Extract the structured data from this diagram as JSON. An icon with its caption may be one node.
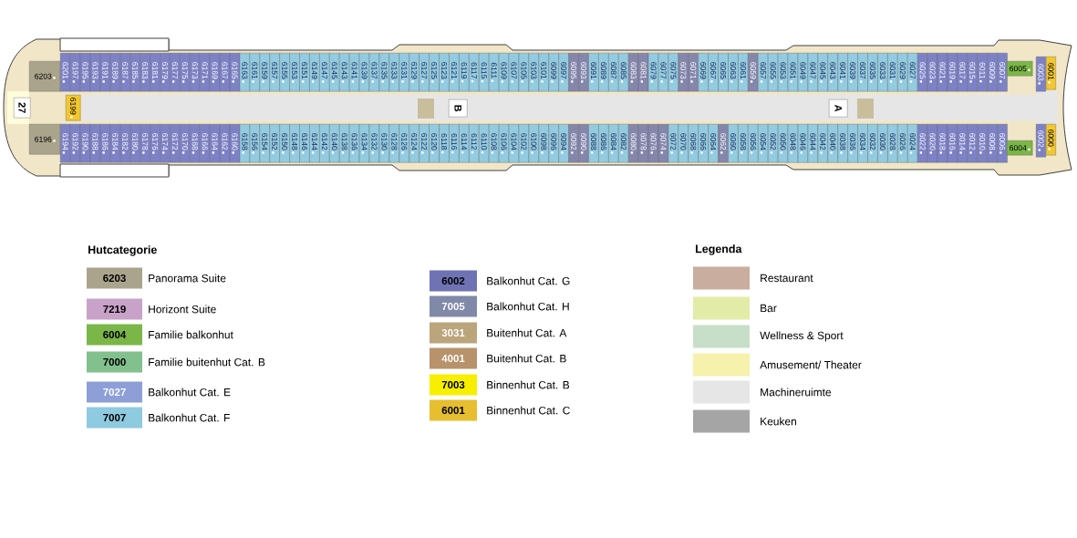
{
  "diagram": {
    "nodes": [
      {
        "text": [
          "6203"
        ]
      },
      {
        "text": [
          "6201"
        ]
      },
      {
        "text": [
          "6197"
        ]
      },
      {
        "text": [
          "6195"
        ]
      },
      {
        "text": [
          "6193"
        ]
      },
      {
        "text": [
          "6191"
        ]
      },
      {
        "text": [
          "6189"
        ]
      },
      {
        "text": [
          "6187"
        ]
      },
      {
        "text": [
          "6185"
        ]
      },
      {
        "text": [
          "6183"
        ]
      },
      {
        "text": [
          "6181"
        ]
      },
      {
        "text": [
          "6179"
        ]
      },
      {
        "text": [
          "6177"
        ]
      },
      {
        "text": [
          "6175"
        ]
      },
      {
        "text": [
          "6173"
        ]
      },
      {
        "text": [
          "6171"
        ]
      },
      {
        "text": [
          "6169"
        ]
      },
      {
        "text": [
          "6167"
        ]
      },
      {
        "text": [
          "6165"
        ]
      },
      {
        "text": [
          "6163"
        ]
      },
      {
        "text": [
          "6161"
        ]
      },
      {
        "text": [
          "6159"
        ]
      },
      {
        "text": [
          "6157"
        ]
      },
      {
        "text": [
          "6155"
        ]
      },
      {
        "text": [
          "6153"
        ]
      },
      {
        "text": [
          "6151"
        ]
      },
      {
        "text": [
          "6149"
        ]
      },
      {
        "text": [
          "6147"
        ]
      },
      {
        "text": [
          "6145"
        ]
      },
      {
        "text": [
          "6143"
        ]
      },
      {
        "text": [
          "6141"
        ]
      },
      {
        "text": [
          "6139"
        ]
      },
      {
        "text": [
          "6137"
        ]
      },
      {
        "text": [
          "6135"
        ]
      },
      {
        "text": [
          "6133"
        ]
      },
      {
        "text": [
          "6131"
        ]
      },
      {
        "text": [
          "6129"
        ]
      },
      {
        "text": [
          "6127"
        ]
      },
      {
        "text": [
          "6125"
        ]
      },
      {
        "text": [
          "6123"
        ]
      },
      {
        "text": [
          "6121"
        ]
      },
      {
        "text": [
          "6119"
        ]
      },
      {
        "text": [
          "6117"
        ]
      },
      {
        "text": [
          "6115"
        ]
      },
      {
        "text": [
          "6111"
        ]
      },
      {
        "text": [
          "6109"
        ]
      },
      {
        "text": [
          "6107"
        ]
      },
      {
        "text": [
          "6105"
        ]
      },
      {
        "text": [
          "6103"
        ]
      },
      {
        "text": [
          "6101"
        ]
      },
      {
        "text": [
          "6099"
        ]
      },
      {
        "text": [
          "6097"
        ]
      },
      {
        "text": [
          "6095"
        ]
      },
      {
        "text": [
          "6093"
        ]
      },
      {
        "text": [
          "6091"
        ]
      },
      {
        "text": [
          "6089"
        ]
      },
      {
        "text": [
          "6087"
        ]
      },
      {
        "text": [
          "6085"
        ]
      },
      {
        "text": [
          "6083"
        ]
      },
      {
        "text": [
          "6081"
        ]
      },
      {
        "text": [
          "6079"
        ]
      },
      {
        "text": [
          "6077"
        ]
      },
      {
        "text": [
          "6075"
        ]
      },
      {
        "text": [
          "6073"
        ]
      },
      {
        "text": [
          "6071"
        ]
      },
      {
        "text": [
          "6069"
        ]
      },
      {
        "text": [
          "6067"
        ]
      },
      {
        "text": [
          "6065"
        ]
      },
      {
        "text": [
          "6063"
        ]
      },
      {
        "text": [
          "6061"
        ]
      },
      {
        "text": [
          "6059"
        ]
      },
      {
        "text": [
          "6057"
        ]
      },
      {
        "text": [
          "6055"
        ]
      },
      {
        "text": [
          "6053"
        ]
      },
      {
        "text": [
          "6051"
        ]
      },
      {
        "text": [
          "6049"
        ]
      },
      {
        "text": [
          "6047"
        ]
      },
      {
        "text": [
          "6045"
        ]
      },
      {
        "text": [
          "6043"
        ]
      },
      {
        "text": [
          "6041"
        ]
      },
      {
        "text": [
          "6039"
        ]
      },
      {
        "text": [
          "6037"
        ]
      },
      {
        "text": [
          "6035"
        ]
      },
      {
        "text": [
          "6033"
        ]
      },
      {
        "text": [
          "6031"
        ]
      },
      {
        "text": [
          "6029"
        ]
      },
      {
        "text": [
          "6027"
        ]
      },
      {
        "text": [
          "6025"
        ]
      },
      {
        "text": [
          "6023"
        ]
      },
      {
        "text": [
          "6021"
        ]
      },
      {
        "text": [
          "6019"
        ]
      },
      {
        "text": [
          "6017"
        ]
      },
      {
        "text": [
          "6015"
        ]
      },
      {
        "text": [
          "6011"
        ]
      },
      {
        "text": [
          "6009"
        ]
      },
      {
        "text": [
          "6007"
        ]
      },
      {
        "text": [
          "6005"
        ]
      },
      {
        "text": [
          "6003"
        ]
      },
      {
        "text": [
          "6001"
        ]
      },
      {
        "text": [
          "27"
        ]
      },
      {
        "text": [
          "6199"
        ]
      },
      {
        "text": [
          "B"
        ]
      },
      {
        "text": [
          "A"
        ]
      },
      {
        "text": [
          "6196"
        ]
      },
      {
        "text": [
          "6194"
        ]
      },
      {
        "text": [
          "6192"
        ]
      },
      {
        "text": [
          "6190"
        ]
      },
      {
        "text": [
          "6188"
        ]
      },
      {
        "text": [
          "6186"
        ]
      },
      {
        "text": [
          "6184"
        ]
      },
      {
        "text": [
          "6182"
        ]
      },
      {
        "text": [
          "6180"
        ]
      },
      {
        "text": [
          "6178"
        ]
      },
      {
        "text": [
          "6176"
        ]
      },
      {
        "text": [
          "6174"
        ]
      },
      {
        "text": [
          "6172"
        ]
      },
      {
        "text": [
          "6170"
        ]
      },
      {
        "text": [
          "6168"
        ]
      },
      {
        "text": [
          "6166"
        ]
      },
      {
        "text": [
          "6164"
        ]
      },
      {
        "text": [
          "6162"
        ]
      },
      {
        "text": [
          "6160"
        ]
      },
      {
        "text": [
          "6158"
        ]
      },
      {
        "text": [
          "6156"
        ]
      },
      {
        "text": [
          "6154"
        ]
      },
      {
        "text": [
          "6152"
        ]
      },
      {
        "text": [
          "6150"
        ]
      },
      {
        "text": [
          "6148"
        ]
      },
      {
        "text": [
          "6146"
        ]
      },
      {
        "text": [
          "6144"
        ]
      },
      {
        "text": [
          "6142"
        ]
      },
      {
        "text": [
          "6140"
        ]
      },
      {
        "text": [
          "6138"
        ]
      },
      {
        "text": [
          "6136"
        ]
      },
      {
        "text": [
          "6134"
        ]
      },
      {
        "text": [
          "6132"
        ]
      },
      {
        "text": [
          "6130"
        ]
      },
      {
        "text": [
          "6128"
        ]
      },
      {
        "text": [
          "6126"
        ]
      },
      {
        "text": [
          "6124"
        ]
      },
      {
        "text": [
          "6122"
        ]
      },
      {
        "text": [
          "6120"
        ]
      },
      {
        "text": [
          "6118"
        ]
      },
      {
        "text": [
          "6116"
        ]
      },
      {
        "text": [
          "6114"
        ]
      },
      {
        "text": [
          "6112"
        ]
      },
      {
        "text": [
          "6110"
        ]
      },
      {
        "text": [
          "6108"
        ]
      },
      {
        "text": [
          "6106"
        ]
      },
      {
        "text": [
          "6104"
        ]
      },
      {
        "text": [
          "6102"
        ]
      },
      {
        "text": [
          "6100"
        ]
      },
      {
        "text": [
          "6098"
        ]
      },
      {
        "text": [
          "6096"
        ]
      },
      {
        "text": [
          "6094"
        ]
      },
      {
        "text": [
          "6092"
        ]
      },
      {
        "text": [
          "6090"
        ]
      },
      {
        "text": [
          "6088"
        ]
      },
      {
        "text": [
          "6086"
        ]
      },
      {
        "text": [
          "6084"
        ]
      },
      {
        "text": [
          "6082"
        ]
      },
      {
        "text": [
          "6080"
        ]
      },
      {
        "text": [
          "6078"
        ]
      },
      {
        "text": [
          "6076"
        ]
      },
      {
        "text": [
          "6074"
        ]
      },
      {
        "text": [
          "6072"
        ]
      },
      {
        "text": [
          "6070"
        ]
      },
      {
        "text": [
          "6068"
        ]
      },
      {
        "text": [
          "6066"
        ]
      },
      {
        "text": [
          "6064"
        ]
      },
      {
        "text": [
          "6062"
        ]
      },
      {
        "text": [
          "6060"
        ]
      },
      {
        "text": [
          "6058"
        ]
      },
      {
        "text": [
          "6056"
        ]
      },
      {
        "text": [
          "6054"
        ]
      },
      {
        "text": [
          "6052"
        ]
      },
      {
        "text": [
          "6050"
        ]
      },
      {
        "text": [
          "6048"
        ]
      },
      {
        "text": [
          "6046"
        ]
      },
      {
        "text": [
          "6044"
        ]
      },
      {
        "text": [
          "6042"
        ]
      },
      {
        "text": [
          "6040"
        ]
      },
      {
        "text": [
          "6038"
        ]
      },
      {
        "text": [
          "6036"
        ]
      },
      {
        "text": [
          "6034"
        ]
      },
      {
        "text": [
          "6032"
        ]
      },
      {
        "text": [
          "6030"
        ]
      },
      {
        "text": [
          "6028"
        ]
      },
      {
        "text": [
          "6026"
        ]
      },
      {
        "text": [
          "6024"
        ]
      },
      {
        "text": [
          "6022"
        ]
      },
      {
        "text": [
          "6020"
        ]
      },
      {
        "text": [
          "6018"
        ]
      },
      {
        "text": [
          "6016"
        ]
      },
      {
        "text": [
          "6014"
        ]
      },
      {
        "text": [
          "6012"
        ]
      },
      {
        "text": [
          "6010"
        ]
      },
      {
        "text": [
          "6008"
        ]
      },
      {
        "text": [
          "6006"
        ]
      },
      {
        "text": [
          "6004"
        ]
      },
      {
        "text": [
          "6002"
        ]
      },
      {
        "text": [
          "6000"
        ]
      }
    ],
    "labels": [
      "Hutcategorie",
      "6203",
      "7219",
      "6004",
      "7000",
      "7027",
      "7007",
      "6002",
      "7005",
      "3031",
      "4001",
      "7003",
      "6001",
      "Legenda"
    ],
    "legend": [
      {
        "text": "Panorama Suite",
        "color": "#a9a48b"
      },
      {
        "text": "Horizont Suite",
        "color": "#c8a2c8"
      },
      {
        "text": "Familie balkonhut",
        "color": "#7ab648"
      },
      {
        "text": "Familie buitenhut Cat. B",
        "color": "#82c08e"
      },
      {
        "text": "Balkonhut Cat. E",
        "color": "#8e9fd8"
      },
      {
        "text": "Balkonhut Cat. F",
        "color": "#8ecae0"
      },
      {
        "text": "Balkonhut Cat. G",
        "color": "#6f73b4"
      },
      {
        "text": "Balkonhut Cat. H",
        "color": "#8089a8"
      },
      {
        "text": "Buitenhut Cat. A",
        "color": "#bba57c"
      },
      {
        "text": "Buitenhut Cat. B",
        "color": "#b8926a"
      },
      {
        "text": "Binnenhut Cat. B",
        "color": "#f7ee00"
      },
      {
        "text": "Binnenhut Cat. C",
        "color": "#e6be30"
      },
      {
        "text": "Restaurant",
        "color": "#c9ad9e"
      },
      {
        "text": "Bar",
        "color": "#e2eca6"
      },
      {
        "text": "Wellness & Sport",
        "color": "#c7dfc8"
      },
      {
        "text": "Amusement/ Theater",
        "color": "#f6f2ae"
      },
      {
        "text": "Machineruimte",
        "color": "#e6e6e6"
      },
      {
        "text": "Keuken",
        "color": "#a5a5a5"
      }
    ]
  }
}
